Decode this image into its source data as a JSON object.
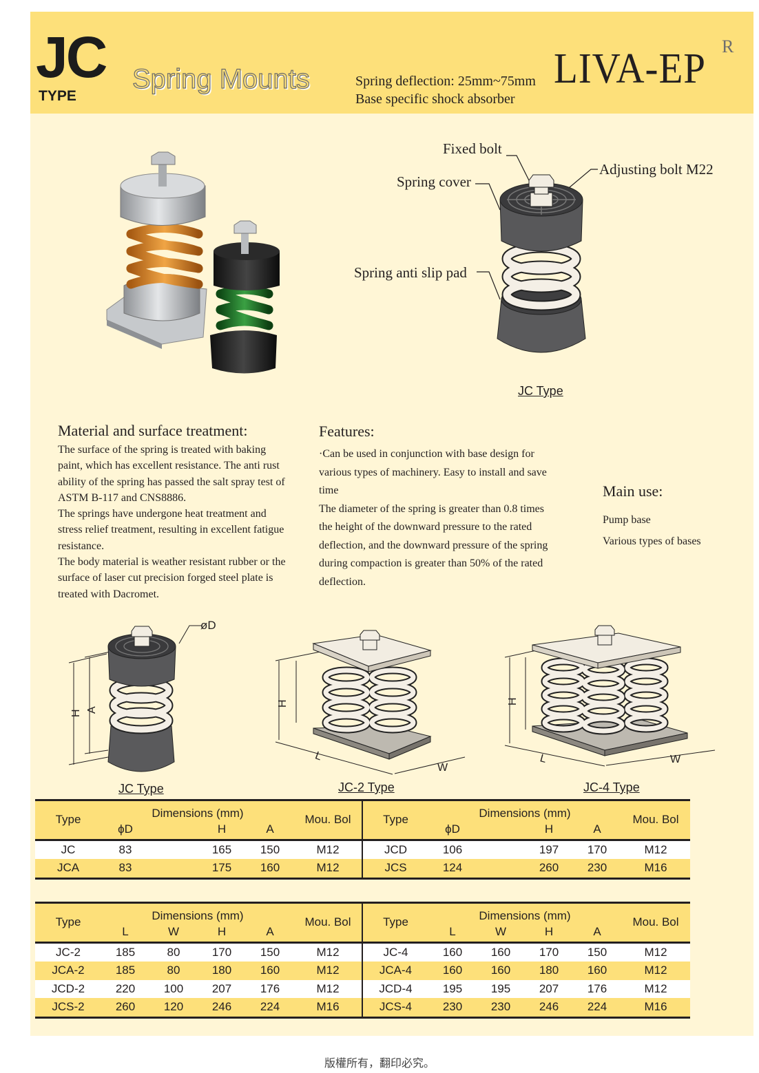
{
  "header": {
    "model": "JC",
    "type_label": "TYPE",
    "product": "Spring Mounts",
    "deflection": "Spring deflection: 25mm~75mm",
    "description": "Base specific shock absorber",
    "brand": "LIVA-EP",
    "reg_mark": "R"
  },
  "diagram": {
    "callouts": {
      "fixed_bolt": "Fixed bolt",
      "adjusting_bolt": "Adjusting bolt M22",
      "spring_cover": "Spring cover",
      "anti_slip": "Spring anti slip pad"
    },
    "caption": "JC Type"
  },
  "material": {
    "title": "Material and surface treatment:",
    "paragraphs": [
      "The surface of the spring is treated with baking paint, which has excellent resistance. The anti rust ability of the spring has passed the salt spray test of ASTM B-117 and CNS8886.",
      "The springs have undergone heat treatment and stress relief treatment, resulting in excellent fatigue resistance.",
      "The body material is weather resistant rubber or the surface of laser cut precision forged steel plate is treated with Dacromet."
    ]
  },
  "features": {
    "title": "Features:",
    "paragraphs": [
      "·Can be used in conjunction with base design for various types of machinery. Easy to install and save time",
      "The diameter of the spring is greater than 0.8 times the height of the downward pressure to the rated deflection, and the downward pressure of the spring during compaction is greater than 50% of the rated deflection."
    ]
  },
  "main_use": {
    "title": "Main use:",
    "items": [
      "Pump base",
      "Various types of bases"
    ]
  },
  "drawings": {
    "jc": {
      "caption": "JC Type",
      "d": "øD",
      "h": "H",
      "a": "A"
    },
    "jc2": {
      "caption": "JC-2 Type",
      "h": "H",
      "l": "L",
      "w": "W"
    },
    "jc4": {
      "caption": "JC-4 Type",
      "h": "H",
      "l": "L",
      "w": "W"
    }
  },
  "table1": {
    "type_hdr": "Type",
    "dims_hdr": "Dimensions (mm)",
    "bolt_hdr": "Mou. Bol",
    "sub_hdr": [
      "ϕD",
      "H",
      "A"
    ],
    "left": [
      [
        "JC",
        "83",
        "165",
        "150",
        "M12"
      ],
      [
        "JCA",
        "83",
        "175",
        "160",
        "M12"
      ]
    ],
    "right": [
      [
        "JCD",
        "106",
        "197",
        "170",
        "M12"
      ],
      [
        "JCS",
        "124",
        "260",
        "230",
        "M16"
      ]
    ]
  },
  "table2": {
    "type_hdr": "Type",
    "dims_hdr": "Dimensions (mm)",
    "bolt_hdr": "Mou. Bol",
    "sub_hdr": [
      "L",
      "W",
      "H",
      "A"
    ],
    "left": [
      [
        "JC-2",
        "185",
        "80",
        "170",
        "150",
        "M12"
      ],
      [
        "JCA-2",
        "185",
        "80",
        "180",
        "160",
        "M12"
      ],
      [
        "JCD-2",
        "220",
        "100",
        "207",
        "176",
        "M12"
      ],
      [
        "JCS-2",
        "260",
        "120",
        "246",
        "224",
        "M16"
      ]
    ],
    "right": [
      [
        "JC-4",
        "160",
        "160",
        "170",
        "150",
        "M12"
      ],
      [
        "JCA-4",
        "160",
        "160",
        "180",
        "160",
        "M12"
      ],
      [
        "JCD-4",
        "195",
        "195",
        "207",
        "176",
        "M12"
      ],
      [
        "JCS-4",
        "230",
        "230",
        "246",
        "224",
        "M16"
      ]
    ]
  },
  "footer": "版權所有，翻印必究。",
  "colors": {
    "header_bg": "#fde07a",
    "page_bg": "#fff6d6",
    "row_highlight": "#fde07a"
  }
}
